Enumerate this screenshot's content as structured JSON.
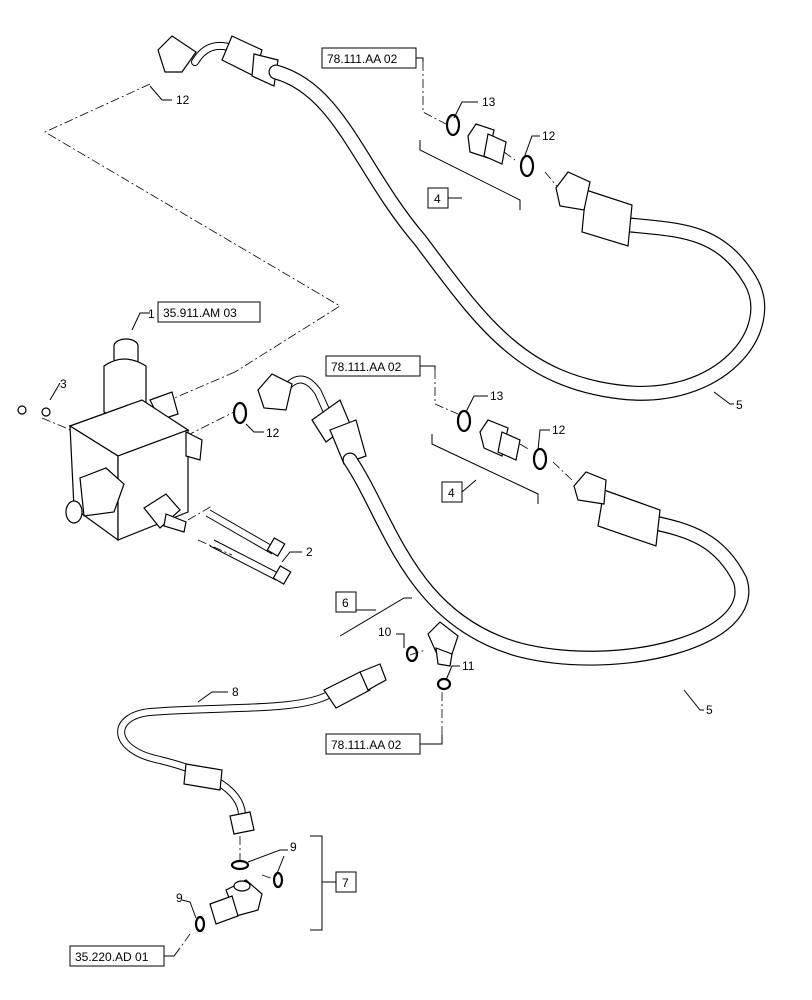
{
  "callouts": {
    "c1": "1",
    "c2": "2",
    "c3": "3",
    "c5a": "5",
    "c5b": "5",
    "c8": "8",
    "c9a": "9",
    "c9b": "9",
    "c10": "10",
    "c11": "11",
    "c12a": "12",
    "c12b": "12",
    "c12c": "12",
    "c12d": "12",
    "c13a": "13",
    "c13b": "13"
  },
  "boxed_callouts": {
    "b4a": "4",
    "b4b": "4",
    "b6": "6",
    "b7": "7"
  },
  "references": {
    "r1": "35.911.AM 03",
    "r2": "78.111.AA 02",
    "r3": "78.111.AA 02",
    "r4": "78.111.AA 02",
    "r5": "35.220.AD 01"
  }
}
